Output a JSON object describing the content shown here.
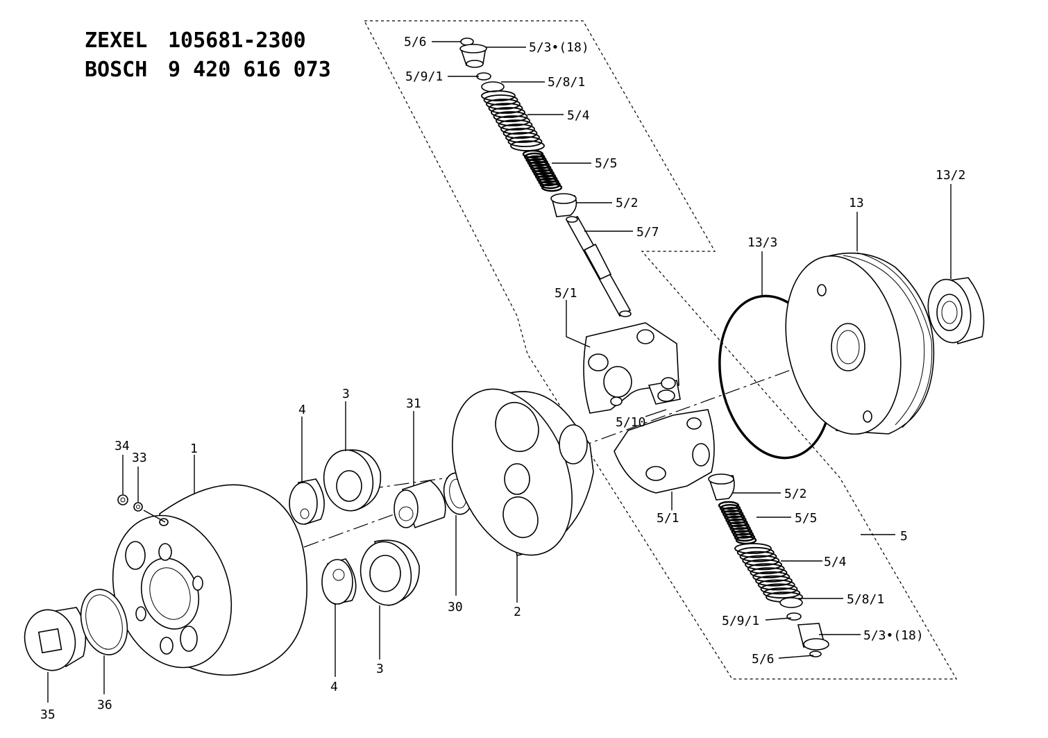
{
  "header": {
    "line1": {
      "brand": "ZEXEL",
      "number": "105681-2300"
    },
    "line2": {
      "brand": "BOSCH",
      "number": "9 420 616 073"
    }
  },
  "callouts": {
    "c_5_6_top": "5/6",
    "c_5_3_top": "5/3•(18)",
    "c_5_9_1_top": "5/9/1",
    "c_5_8_1_top": "5/8/1",
    "c_5_4_top": "5/4",
    "c_5_5_top": "5/5",
    "c_5_2_top": "5/2",
    "c_5_7": "5/7",
    "c_5_1_top": "5/1",
    "c_5_10": "5/10",
    "c_5_1_bot": "5/1",
    "c_5_2_bot": "5/2",
    "c_5_5_bot": "5/5",
    "c_5": "5",
    "c_5_4_bot": "5/4",
    "c_5_8_1_bot": "5/8/1",
    "c_5_9_1_bot": "5/9/1",
    "c_5_3_bot": "5/3•(18)",
    "c_5_6_bot": "5/6",
    "c_13_2": "13/2",
    "c_13": "13",
    "c_13_3": "13/3",
    "c_34": "34",
    "c_33": "33",
    "c_1": "1",
    "c_4_top": "4",
    "c_3_top": "3",
    "c_31": "31",
    "c_30": "30",
    "c_2": "2",
    "c_4_bot": "4",
    "c_3_bot": "3",
    "c_35": "35",
    "c_36": "36"
  }
}
